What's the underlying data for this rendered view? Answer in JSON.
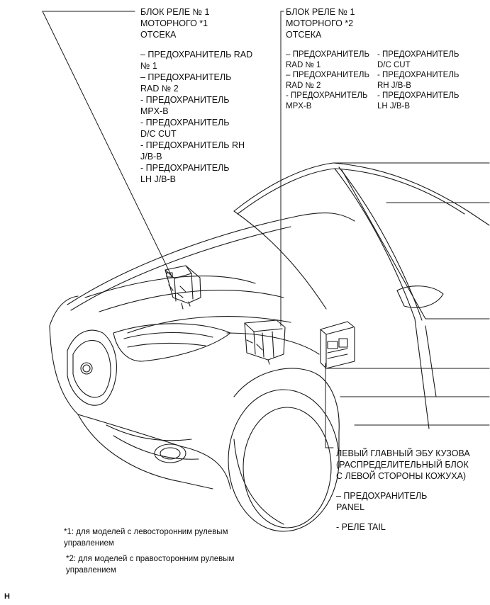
{
  "callout_left": {
    "title": [
      "БЛОК РЕЛЕ № 1",
      "МОТОРНОГО  *1",
      "ОТСЕКА"
    ],
    "items": [
      [
        "– ПРЕДОХРАНИТЕЛЬ RAD",
        "№ 1"
      ],
      [
        "– ПРЕДОХРАНИТЕЛЬ",
        "RAD № 2"
      ],
      [
        "- ПРЕДОХРАНИТЕЛЬ",
        "MPX-B"
      ],
      [
        "- ПРЕДОХРАНИТЕЛЬ",
        "D/C CUT"
      ],
      [
        "- ПРЕДОХРАНИТЕЛЬ RH",
        "J/B-B"
      ],
      [
        "- ПРЕДОХРАНИТЕЛЬ",
        "LH J/B-B"
      ]
    ]
  },
  "callout_right": {
    "title": [
      "БЛОК РЕЛЕ № 1",
      "МОТОРНОГО  *2",
      "ОТСЕКА"
    ],
    "col1": [
      [
        "– ПРЕДОХРАНИТЕЛЬ",
        "RAD № 1"
      ],
      [
        "– ПРЕДОХРАНИТЕЛЬ",
        "RAD № 2"
      ],
      [
        "- ПРЕДОХРАНИТЕЛЬ",
        "MPX-B"
      ]
    ],
    "col2": [
      [
        "- ПРЕДОХРАНИТЕЛЬ",
        "D/C CUT"
      ],
      [
        "- ПРЕДОХРАНИТЕЛЬ",
        "RH J/B-B"
      ],
      [
        "- ПРЕДОХРАНИТЕЛЬ",
        "LH J/B-B"
      ]
    ]
  },
  "callout_bottom": {
    "title": [
      "ЛЕВЫЙ ГЛАВНЫЙ ЭБУ КУЗОВА",
      "(РАСПРЕДЕЛИТЕЛЬНЫЙ БЛОК",
      "С ЛЕВОЙ СТОРОНЫ КОЖУХА)"
    ],
    "items": [
      [
        "– ПРЕДОХРАНИТЕЛЬ",
        "PANEL"
      ],
      [
        "- РЕЛЕ TAIL"
      ]
    ]
  },
  "footnotes": [
    [
      "*1: для моделей с левосторонним рулевым",
      "управлением"
    ],
    [
      "*2: для моделей с правосторонним рулевым",
      "управлением"
    ]
  ],
  "corner_mark": "H"
}
